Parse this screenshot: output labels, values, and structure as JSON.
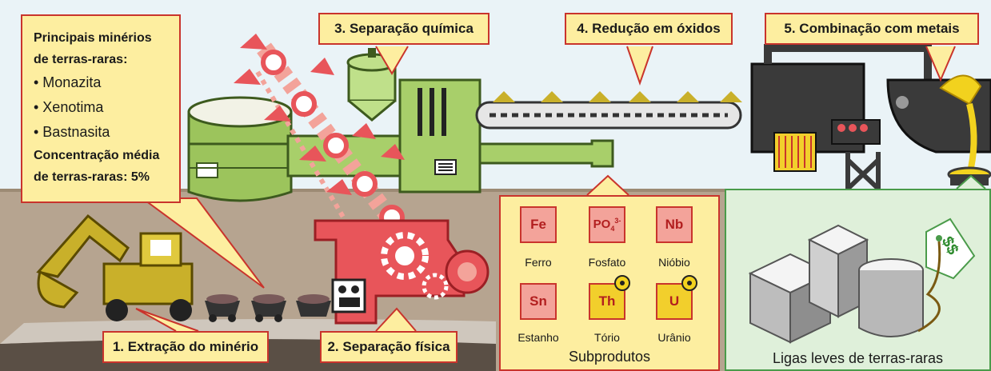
{
  "info_box": {
    "title_line1": "Principais minérios",
    "title_line2": "de terras-raras:",
    "minerals": [
      "• Monazita",
      "• Xenotima",
      "• Bastnasita"
    ],
    "concentration_line1": "Concentração média",
    "concentration_line2": "de terras-raras: 5%"
  },
  "steps": {
    "step1": "1. Extração do minério",
    "step2": "2. Separação física",
    "step3": "3. Separação química",
    "step4": "4. Redução em óxidos",
    "step5": "5. Combinação com metais"
  },
  "byproducts": {
    "title": "Subprodutos",
    "items": [
      {
        "symbol": "Fe",
        "name": "Ferro",
        "radioactive": false
      },
      {
        "symbol": "PO",
        "subscript": "4",
        "superscript": "3-",
        "name": "Fosfato",
        "radioactive": false
      },
      {
        "symbol": "Nb",
        "name": "Nióbio",
        "radioactive": false
      },
      {
        "symbol": "Sn",
        "name": "Estanho",
        "radioactive": false
      },
      {
        "symbol": "Th",
        "name": "Tório",
        "radioactive": true
      },
      {
        "symbol": "U",
        "name": "Urânio",
        "radioactive": true
      }
    ]
  },
  "alloys": {
    "title": "Ligas leves de terras-raras",
    "price_tag": "$$"
  },
  "colors": {
    "callout_fill": "#fdeea0",
    "callout_border": "#c9342c",
    "machine_green": "#a8cf6a",
    "ore_red": "#e8555a",
    "excavator_yellow": "#c9b02a",
    "furnace_dark": "#3a3a3a",
    "alloy_panel": "#dff0da"
  }
}
